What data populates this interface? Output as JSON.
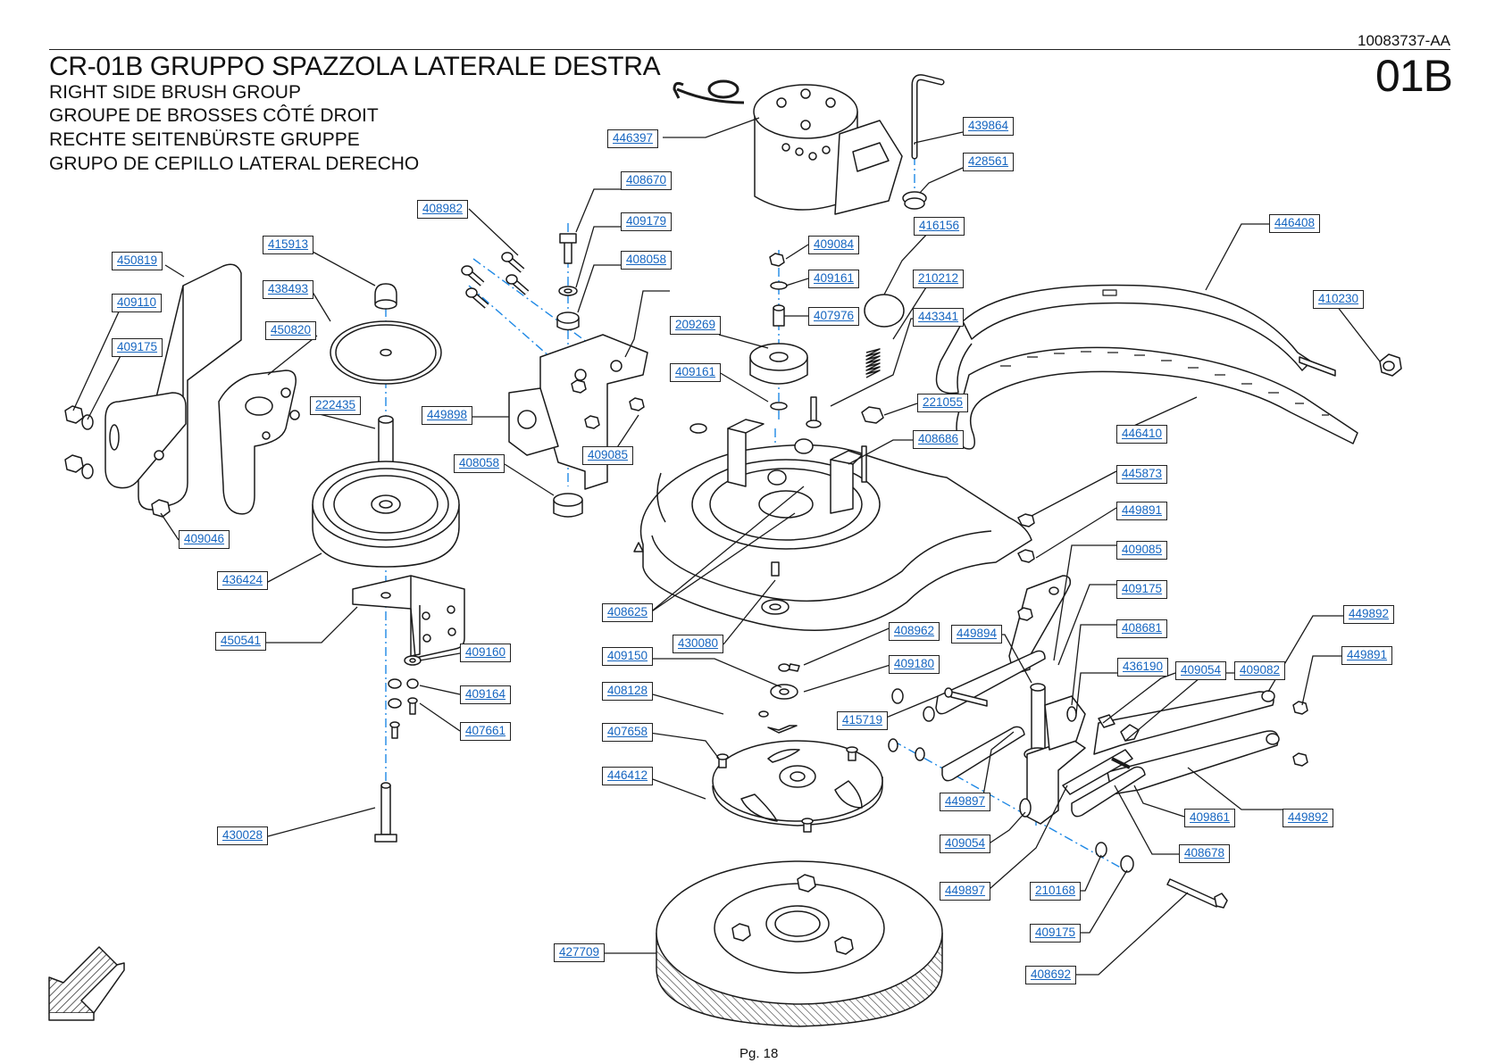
{
  "header": {
    "title": "CR-01B GRUPPO SPAZZOLA LATERALE DESTRA",
    "subtitles": [
      "RIGHT SIDE BRUSH GROUP",
      "GROUPE DE BROSSES CÔTÉ DROIT",
      "RECHTE SEITENBÜRSTE GRUPPE",
      "GRUPO DE CEPILLO LATERAL DERECHO"
    ],
    "doc_number": "10083737-AA",
    "page_code": "01B"
  },
  "footer": {
    "page": "Pg. 18"
  },
  "colors": {
    "link": "#1565c0",
    "line": "#222222",
    "axis": "#1e88e5"
  },
  "parts": [
    "446397",
    "439864",
    "428561",
    "408670",
    "408982",
    "409179",
    "408058",
    "415913",
    "450819",
    "438493",
    "409110",
    "450820",
    "409175",
    "222435",
    "449898",
    "409085",
    "408058",
    "409046",
    "436424",
    "450541",
    "409160",
    "409164",
    "407661",
    "430028",
    "409084",
    "416156",
    "409161",
    "210212",
    "407976",
    "443341",
    "209269",
    "409161",
    "221055",
    "408686",
    "446408",
    "410230",
    "446410",
    "445873",
    "449891",
    "409085",
    "409175",
    "408681",
    "449892",
    "449891",
    "408625",
    "430080",
    "408962",
    "449894",
    "409150",
    "409180",
    "436190",
    "409054",
    "409082",
    "408128",
    "415719",
    "407658",
    "446412",
    "449897",
    "409054",
    "409861",
    "449892",
    "408678",
    "449897",
    "210168",
    "409175",
    "427709",
    "408692"
  ]
}
